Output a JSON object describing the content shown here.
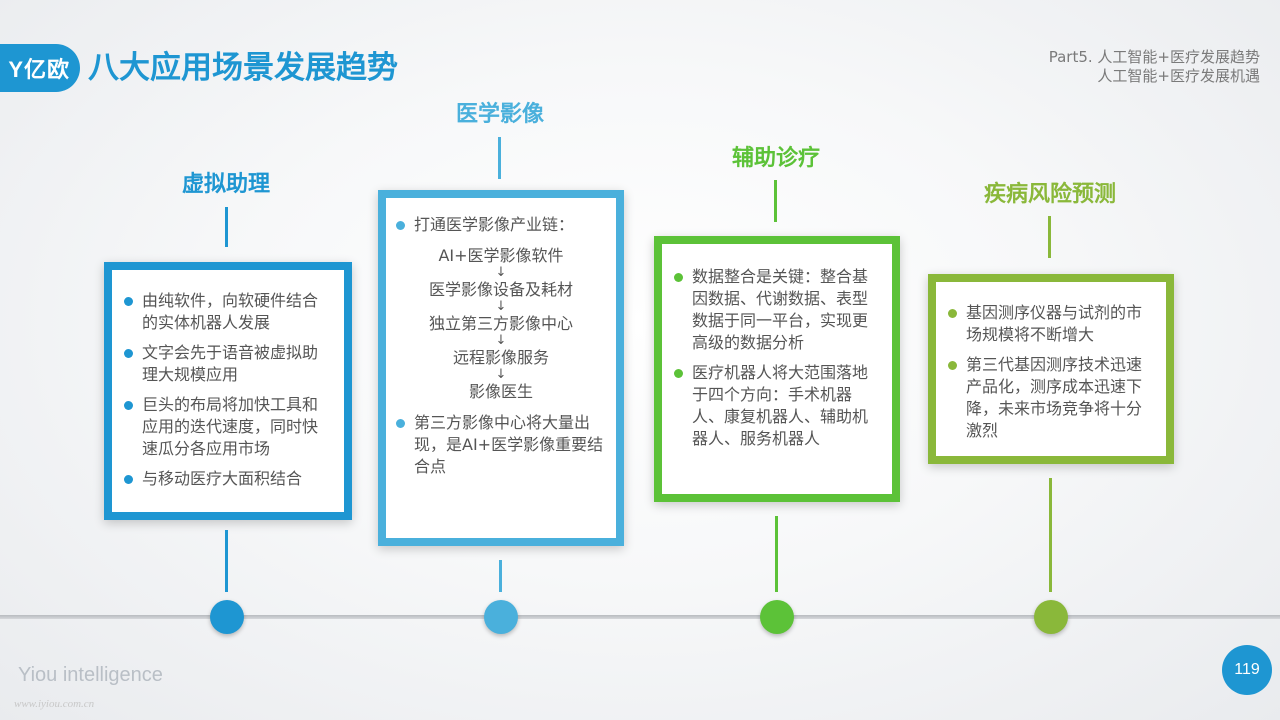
{
  "header": {
    "logo_text": "Y亿欧",
    "title": "八大应用场景发展趋势",
    "part_line1": "Part5. 人工智能+医疗发展趋势",
    "part_line2": "人工智能+医疗发展机遇"
  },
  "columns": [
    {
      "title": "虚拟助理",
      "color": "#1e96d2",
      "bullets": [
        "由纯软件，向软硬件结合的实体机器人发展",
        "文字会先于语音被虚拟助理大规模应用",
        "巨头的布局将加快工具和应用的迭代速度，同时快速瓜分各应用市场",
        "与移动医疗大面积结合"
      ]
    },
    {
      "title": "医学影像",
      "color": "#4ab0dc",
      "bullet1": "打通医学影像产业链：",
      "chain": [
        "AI+医学影像软件",
        "医学影像设备及耗材",
        "独立第三方影像中心",
        "远程影像服务",
        "影像医生"
      ],
      "arrow": "↓",
      "bullet2": "第三方影像中心将大量出现，是AI+医学影像重要结合点"
    },
    {
      "title": "辅助诊疗",
      "color": "#5cc238",
      "bullets": [
        "数据整合是关键：整合基因数据、代谢数据、表型数据于同一平台，实现更高级的数据分析",
        "医疗机器人将大范围落地于四个方向：手术机器人、康复机器人、辅助机器人、服务机器人"
      ]
    },
    {
      "title": "疾病风险预测",
      "color": "#8ab83a",
      "bullets": [
        "基因测序仪器与试剂的市场规模将不断增大",
        "第三代基因测序技术迅速产品化，测序成本迅速下降，未来市场竞争将十分激烈"
      ]
    }
  ],
  "footer": {
    "brand": "Yiou intelligence",
    "url": "www.iyiou.com.cn",
    "page_number": "119"
  }
}
